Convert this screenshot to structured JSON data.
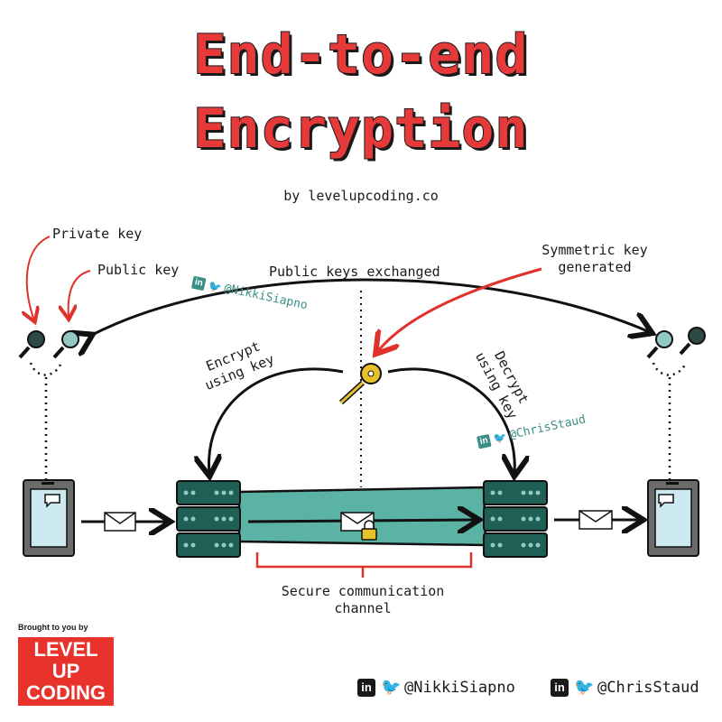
{
  "title": {
    "line1": "End-to-end",
    "line2": "Encryption"
  },
  "byline": "by levelupcoding.co",
  "labels": {
    "private_key": "Private key",
    "public_key": "Public key",
    "public_keys_exchanged": "Public keys exchanged",
    "symmetric_key": "Symmetric key",
    "generated": "generated",
    "encrypt": "Encrypt",
    "encrypt_using": "using key",
    "decrypt": "Decrypt",
    "decrypt_using": "using key",
    "secure_channel_line1": "Secure communication",
    "secure_channel_line2": "channel"
  },
  "handles": {
    "nikki_diagram": "@NikkiSiapno",
    "chris_diagram": "@ChrisStaud",
    "nikki_footer": "@NikkiSiapno",
    "chris_footer": "@ChrisStaud",
    "linkedin_glyph": "in",
    "twitter_glyph": "🐦"
  },
  "branding": {
    "brought_to_you": "Brought to you by",
    "logo_line1": "LEVEL UP",
    "logo_line2": "CODING"
  },
  "colors": {
    "title_red": "#e63a3a",
    "teal": "#5bb3a6",
    "server": "#1f5f56",
    "red_arrow": "#e0312b",
    "key_yellow": "#e8c12a",
    "screen_blue": "#cde9f0"
  },
  "icons": [
    "private-key-icon",
    "public-key-icon",
    "symmetric-key-icon",
    "server-icon",
    "phone-icon",
    "envelope-icon",
    "lock-icon",
    "linkedin-icon",
    "twitter-icon"
  ]
}
